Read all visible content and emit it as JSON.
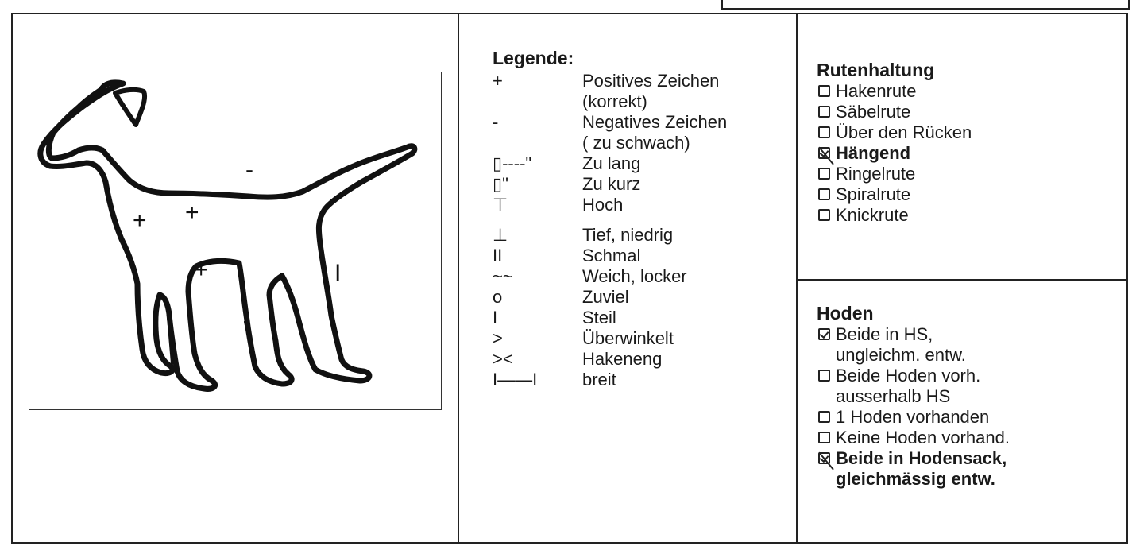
{
  "legend": {
    "title": "Legende:",
    "rows": [
      {
        "symbol": "+",
        "text": "Positives Zeichen"
      },
      {
        "symbol": "",
        "text": "(korrekt)"
      },
      {
        "symbol": "-",
        "text": "Negatives Zeichen"
      },
      {
        "symbol": "",
        "text": "( zu schwach)"
      },
      {
        "symbol": "▯----\"",
        "text": "Zu lang"
      },
      {
        "symbol": "▯\"",
        "text": "Zu kurz"
      },
      {
        "symbol": "⊤",
        "text": "Hoch"
      },
      {
        "symbol": "⊥",
        "text": "Tief, niedrig"
      },
      {
        "symbol": "II",
        "text": "Schmal"
      },
      {
        "symbol": "~~",
        "text": "Weich, locker"
      },
      {
        "symbol": "o",
        "text": "Zuviel"
      },
      {
        "symbol": "I",
        "text": "Steil"
      },
      {
        "symbol": ">",
        "text": "Überwinkelt"
      },
      {
        "symbol": "><",
        "text": "Hakeneng"
      },
      {
        "symbol": "I——I",
        "text": "breit"
      }
    ]
  },
  "rutenhaltung": {
    "title": "Rutenhaltung",
    "options": [
      {
        "label": "Hakenrute",
        "checked": false
      },
      {
        "label": "Säbelrute",
        "checked": false
      },
      {
        "label": "Über den Rücken",
        "checked": false
      },
      {
        "label": "Hängend",
        "checked": true
      },
      {
        "label": "Ringelrute",
        "checked": false
      },
      {
        "label": "Spiralrute",
        "checked": false
      },
      {
        "label": "Knickrute",
        "checked": false
      }
    ]
  },
  "hoden": {
    "title": "Hoden",
    "options": [
      {
        "label": "Beide in HS,",
        "label2": "ungleichm. entw.",
        "checked": true
      },
      {
        "label": "Beide Hoden vorh.",
        "label2": "ausserhalb HS",
        "checked": false
      },
      {
        "label": "1 Hoden vorhanden",
        "label2": "",
        "checked": false
      },
      {
        "label": "Keine Hoden vorhand.",
        "label2": "",
        "checked": false
      },
      {
        "label": "Beide in Hodensack,",
        "label2": "gleichmässig entw.",
        "checked": true
      }
    ]
  },
  "dog_marks": [
    "-",
    "+",
    "+",
    "+",
    "I"
  ]
}
